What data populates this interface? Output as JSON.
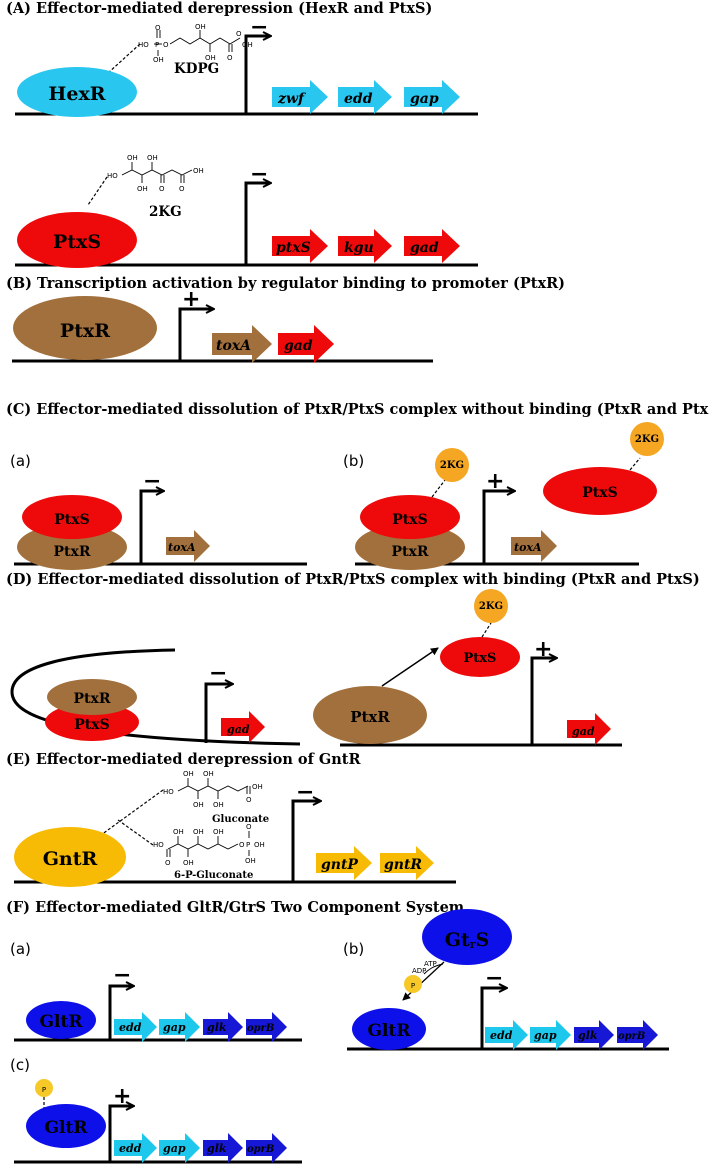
{
  "colors": {
    "hexr": "#29c7ef",
    "ptxs": "#ee0a0a",
    "ptxr": "#a2703d",
    "effector": "#f5a623",
    "gntr": "#f7bb05",
    "gltr": "#0e10e9",
    "phos": "#f6c828",
    "light_blue_gene": "#1ec8ec",
    "dark_blue_gene": "#1717d6"
  },
  "panelA": {
    "title": "(A) Effector-mediated derepression (HexR and PtxS)",
    "hexr": "HexR",
    "kdpg": "KDPG",
    "sign1": "−",
    "genes1": [
      "zwf",
      "edd",
      "gap"
    ],
    "ptxs": "PtxS",
    "twokg": "2KG",
    "sign2": "−",
    "genes2": [
      "ptxS",
      "kgu",
      "gad"
    ]
  },
  "panelB": {
    "title": "(B) Transcription activation by regulator binding  to promoter (PtxR)",
    "ptxr": "PtxR",
    "sign": "+",
    "genes": [
      "toxA",
      "gad"
    ]
  },
  "panelC": {
    "title": "(C) Effector-mediated dissolution of PtxR/PtxS complex without binding (PtxR and PtxS)",
    "a_label": "(a)",
    "b_label": "(b)",
    "ptxs": "PtxS",
    "ptxr": "PtxR",
    "sign_a": "−",
    "sign_b": "+",
    "gene": "toxA",
    "effector": "2KG"
  },
  "panelD": {
    "title": "(D) Effector-mediated dissolution of PtxR/PtxS complex with binding (PtxR and PtxS)",
    "ptxr": "PtxR",
    "ptxs": "PtxS",
    "sign_left": "−",
    "sign_right": "+",
    "gene": "gad",
    "effector": "2KG"
  },
  "panelE": {
    "title": "(E) Effector-mediated derepression of GntR",
    "gntr": "GntR",
    "gluconate": "Gluconate",
    "p_gluconate": "6-P-Gluconate",
    "sign": "−",
    "genes": [
      "gntP",
      "gntR"
    ]
  },
  "panelF": {
    "title": "(F) Effector-mediated GltR/GtrS Two Component System",
    "a_label": "(a)",
    "b_label": "(b)",
    "c_label": "(c)",
    "gltr": "GltR",
    "gtrs_main": "Gt",
    "gtrs_sub": "r",
    "gtrs_end": "S",
    "atp": "ATP",
    "adp": "ADP",
    "p": "P",
    "sign_a": "−",
    "sign_b": "−",
    "sign_c": "+",
    "genes": [
      "edd",
      "gap",
      "glk",
      "oprB"
    ]
  },
  "chem": {
    "oh": "OH",
    "o": "O",
    "ho": "HO",
    "p": "P"
  }
}
